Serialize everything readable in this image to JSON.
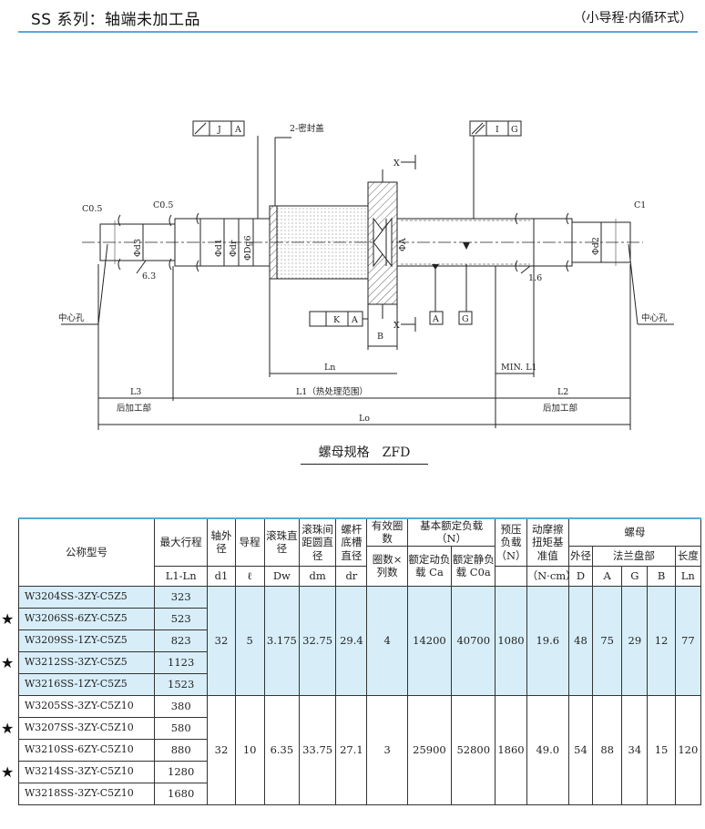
{
  "header": {
    "title": "SS 系列：轴端未加工品",
    "subtitle": "（小导程·内循环式）"
  },
  "drawing": {
    "tol_j": {
      "j": "J",
      "a": "A"
    },
    "tol_i": {
      "i": "I",
      "g": "G"
    },
    "tol_k": {
      "k": "K",
      "a": "A"
    },
    "seal": "2-密封盖",
    "chamfer_left": "C0.5",
    "chamfer_mid": "C0.5",
    "chamfer_right": "C1",
    "fillet_left": "6.3",
    "fillet_right": "1.6",
    "center_hole_left": "中心孔",
    "center_hole_right": "中心孔",
    "d3": "Φd3",
    "d1": "Φd1",
    "dr": "Φdr",
    "dg6": "ΦDg6",
    "a_dim": "ΦA",
    "d2": "Φd2",
    "b": "B",
    "ln": "Ln",
    "min_l1": "MIN. L1",
    "l3": "L3",
    "l1": "L1（热处理范围）",
    "l2": "L2",
    "post_left": "后加工部",
    "post_right": "后加工部",
    "lo": "Lo",
    "datum_a": "A",
    "datum_g": "G",
    "x_top": "X",
    "x_bottom": "X"
  },
  "caption": "螺母规格　ZFD",
  "table": {
    "headers": {
      "model": "公称型号",
      "stroke": "最大行程",
      "stroke_sym": "L1-Ln",
      "shaft": "轴外径",
      "shaft_sym": "d1",
      "lead": "导程",
      "lead_sym": "ℓ",
      "ball": "滚珠直径",
      "ball_sym": "Dw",
      "pcd": "滚珠间距圆直径",
      "pcd_sym": "dm",
      "root": "螺杆底槽直径",
      "root_sym": "dr",
      "turns": "有效圈数",
      "turns_detail": "圈数×列数",
      "load": "基本额定负载（N）",
      "dyn": "额定动负载 Ca",
      "stat": "额定静负载 C0a",
      "preload": "预压负载（N）",
      "torque": "动摩擦扭矩基准值",
      "torque_unit": "（N·cm）",
      "nut": "螺母",
      "outer": "外径",
      "outer_sym": "D",
      "flange": "法兰盘部",
      "a": "A",
      "g": "G",
      "b": "B",
      "length": "长度",
      "length_sym": "Ln"
    },
    "groups": [
      {
        "rows": [
          {
            "model": "W3204SS-3ZY-C5Z5",
            "star": false,
            "stroke": "323"
          },
          {
            "model": "W3206SS-6ZY-C5Z5",
            "star": true,
            "stroke": "523"
          },
          {
            "model": "W3209SS-1ZY-C5Z5",
            "star": false,
            "stroke": "823"
          },
          {
            "model": "W3212SS-3ZY-C5Z5",
            "star": true,
            "stroke": "1123"
          },
          {
            "model": "W3216SS-1ZY-C5Z5",
            "star": false,
            "stroke": "1523"
          }
        ],
        "d1": "32",
        "lead": "5",
        "dw": "3.175",
        "dm": "32.75",
        "dr": "29.4",
        "turns": "4",
        "ca": "14200",
        "c0a": "40700",
        "preload": "1080",
        "torque": "19.6",
        "d": "48",
        "a": "75",
        "g": "29",
        "b": "12",
        "ln": "77"
      },
      {
        "rows": [
          {
            "model": "W3205SS-3ZY-C5Z10",
            "star": false,
            "stroke": "380"
          },
          {
            "model": "W3207SS-3ZY-C5Z10",
            "star": true,
            "stroke": "580"
          },
          {
            "model": "W3210SS-6ZY-C5Z10",
            "star": false,
            "stroke": "880"
          },
          {
            "model": "W3214SS-3ZY-C5Z10",
            "star": true,
            "stroke": "1280"
          },
          {
            "model": "W3218SS-3ZY-C5Z10",
            "star": false,
            "stroke": "1680"
          }
        ],
        "d1": "32",
        "lead": "10",
        "dw": "6.35",
        "dm": "33.75",
        "dr": "27.1",
        "turns": "3",
        "ca": "25900",
        "c0a": "52800",
        "preload": "1860",
        "torque": "49.0",
        "d": "54",
        "a": "88",
        "g": "34",
        "b": "15",
        "ln": "120"
      }
    ],
    "star_symbol": "★"
  }
}
